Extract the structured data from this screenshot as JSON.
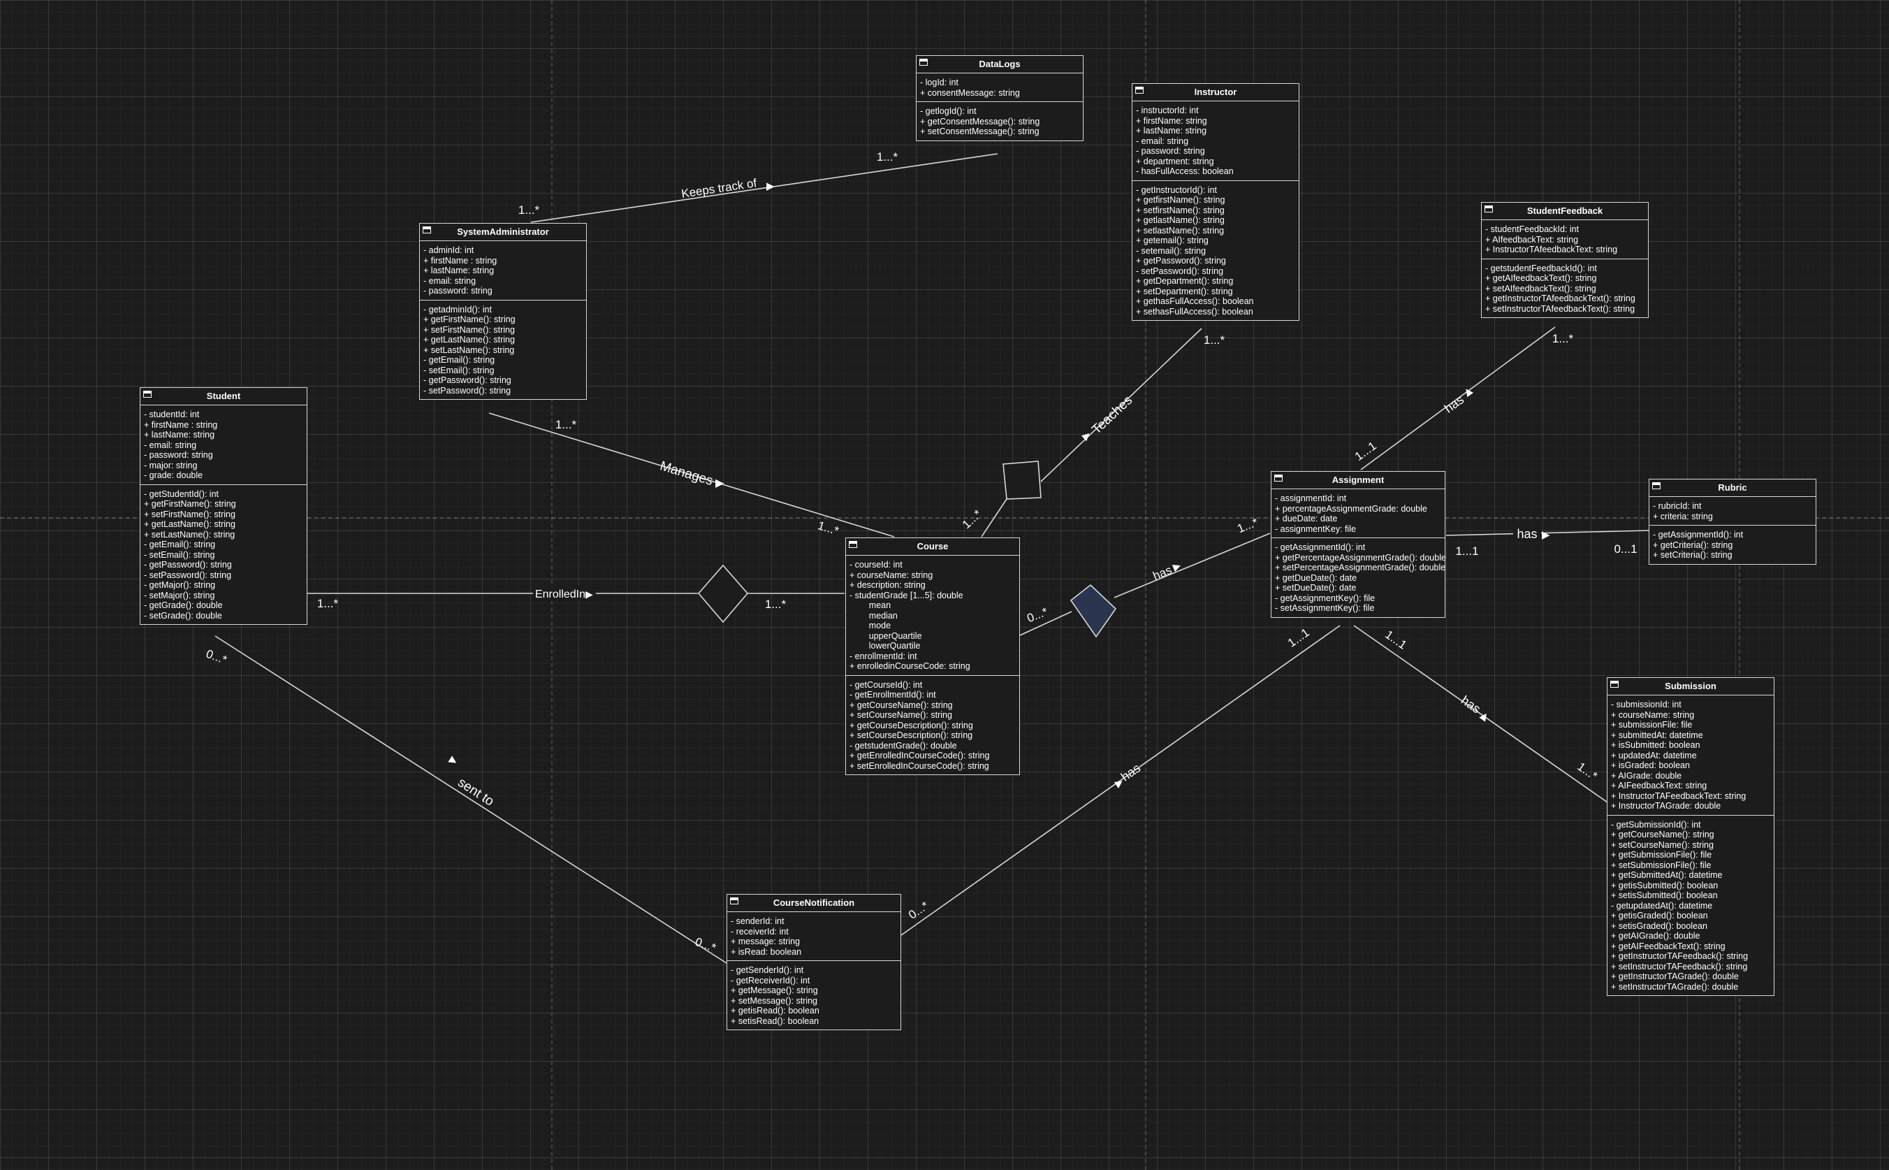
{
  "classes": {
    "datalogs": {
      "title": "DataLogs",
      "attributes": "- logId: int\n+ consentMessage: string",
      "methods": "- getlogId(): int\n+ getConsentMessage(): string\n+ setConsentMessage(): string"
    },
    "instructor": {
      "title": "Instructor",
      "attributes": "- instructorId: int\n+ firstName: string\n+ lastName: string\n- email: string\n- password: string\n+ department: string\n- hasFullAccess: boolean",
      "methods": "- getInstructorId(): int\n+ getfirstName(): string\n+ setfirstName(): string\n+ getlastName(): string\n+ setlastName(): string\n+ getemail(): string\n- setemail(): string\n+ getPassword(): string\n- setPassword(): string\n+ getDepartment(): string\n+ setDepartment(): string\n+ gethasFullAccess(): boolean\n+ sethasFullAccess(): boolean"
    },
    "systemadmin": {
      "title": "SystemAdministrator",
      "attributes": "- adminId: int\n+ firstName : string\n+ lastName: string\n- email: string\n- password: string",
      "methods": "- getadminId(): int\n+ getFirstName(): string\n+ setFirstName(): string\n+ getLastName(): string\n+ setLastName(): string\n- getEmail(): string\n- setEmail(): string\n- getPassword(): string\n- setPassword(): string"
    },
    "studentfeedback": {
      "title": "StudentFeedback",
      "attributes": "- studentFeedbackId: int\n+ AIfeedbackText: string\n+ InstructorTAfeedbackText: string",
      "methods": "- getstudentFeedbackId(): int\n+ getAIfeedbackText(): string\n+ setAIfeedbackText(): string\n+ getInstructorTAfeedbackText(): string\n+ setInstructorTAfeedbackText(): string"
    },
    "student": {
      "title": "Student",
      "attributes": "- studentId: int\n+ firstName : string\n+ lastName: string\n- email: string\n- password: string\n- major: string\n- grade: double",
      "methods": "- getStudentId(): int\n+ getFirstName(): string\n+ setFirstName(): string\n+ getLastName(): string\n+ setLastName(): string\n- getEmail(): string\n- setEmail(): string\n- getPassword(): string\n- setPassword(): string\n- getMajor(): string\n- setMajor(): string\n- getGrade(): double\n- setGrade(): double"
    },
    "assignment": {
      "title": "Assignment",
      "attributes": "- assignmentId: int\n+ percentageAssignmentGrade: double\n+ dueDate: date\n- assignmentKey: file",
      "methods": "- getAssignmentId(): int\n+ getPercentageAssignmentGrade(): double\n+ setPercentageAssignmentGrade(): double\n+ getDueDate(): date\n+ setDueDate(): date\n- getAssignmentKey(): file\n- setAssignmentKey(): file"
    },
    "rubric": {
      "title": "Rubric",
      "attributes": "- rubricId: int\n+ criteria: string",
      "methods": "- getAssignmentId(): int\n+ getCriteria(): string\n+ setCriteria(): string"
    },
    "course": {
      "title": "Course",
      "attributes": "- courseId: int\n+ courseName: string\n+ description: string\n- studentGrade [1...5]: double\n        mean\n        median\n        mode\n        upperQuartile\n        lowerQuartile\n- enrollmentId: int\n+ enrolledinCourseCode: string",
      "methods": "- getCourseId(): int\n- getEnrollmentId(): int\n+ getCourseName(): string\n+ setCourseName(): string\n+ getCourseDescription(): string\n+ setCourseDescription(): string\n- getstudentGrade(): double\n+ getEnrolledInCourseCode(): string\n+ setEnrolledInCourseCode(): string"
    },
    "submission": {
      "title": "Submission",
      "attributes": "- submissionId: int\n+ courseName: string\n+ submissionFile: file\n+ submittedAt: datetime\n+ isSubmitted: boolean\n+ updatedAt: datetime\n+ isGraded: boolean\n+ AIGrade: double\n+ AIFeedbackText: string\n+ InstructorTAFeedbackText: string\n+ InstructorTAGrade: double",
      "methods": "- getSubmissionId(): int\n+ getCourseName(): string\n+ setCourseName(): string\n+ getSubmissionFile(): file\n+ setSubmissionFile(): file\n+ getSubmittedAt(): datetime\n+ getisSubmitted(): boolean\n+ setisSubmitted(): boolean\n- getupdatedAt(): datetime\n+ getisGraded(): boolean\n+ setisGraded(): boolean\n+ getAIGrade(): double\n+ getAIFeedbackText(): string\n+ getInstructorTAFeedback(): string\n+ setInstructorTAFeedback(): string\n+ getInstructorTAGrade(): double\n+ setInstructorTAGrade(): double"
    },
    "coursenotification": {
      "title": "CourseNotification",
      "attributes": "- senderId: int\n- receiverId: int\n+ message: string\n+ isRead: boolean",
      "methods": "- getSenderId(): int\n- getReceiverId(): int\n+ getMessage(): string\n+ setMessage(): string\n+ getisRead(): boolean\n+ setisRead(): boolean"
    }
  },
  "labels": {
    "keeps_track_of": "Keeps track of",
    "mult_datalogs": "1...*",
    "mult_admin_top": "1...*",
    "mult_admin_bottom": "1...*",
    "manages": "Manages",
    "mult_course_manages": "1...*",
    "teaches": "Teaches",
    "mult_instructor": "1...*",
    "mult_course_teaches": "1...*",
    "enrolledin": "EnrolledIn",
    "mult_student_enrolled": "1...*",
    "mult_course_enrolled": "1...*",
    "has_feedback": "has",
    "mult_feedback": "1...*",
    "mult_assignment_feedback": "1...1",
    "has_course_assignment": "has",
    "mult_course_assignment": "0...*",
    "mult_assignment_course": "1...*",
    "has_rubric": "has",
    "mult_assignment_rubric": "1...1",
    "mult_rubric": "0...1",
    "has_submission": "has",
    "mult_assignment_submission": "1...1",
    "mult_submission": "1...*",
    "has_notification": "has",
    "mult_assignment_notification": "1...1",
    "mult_notification_assignment": "0...*",
    "sent_to": "sent to",
    "mult_student_sentto": "0...*",
    "mult_notification_sentto": "0...*"
  },
  "colors": {
    "background": "#1c1c1c",
    "line": "#d8d8d8",
    "diamond_fill_course_assignment": "#2b3550"
  }
}
